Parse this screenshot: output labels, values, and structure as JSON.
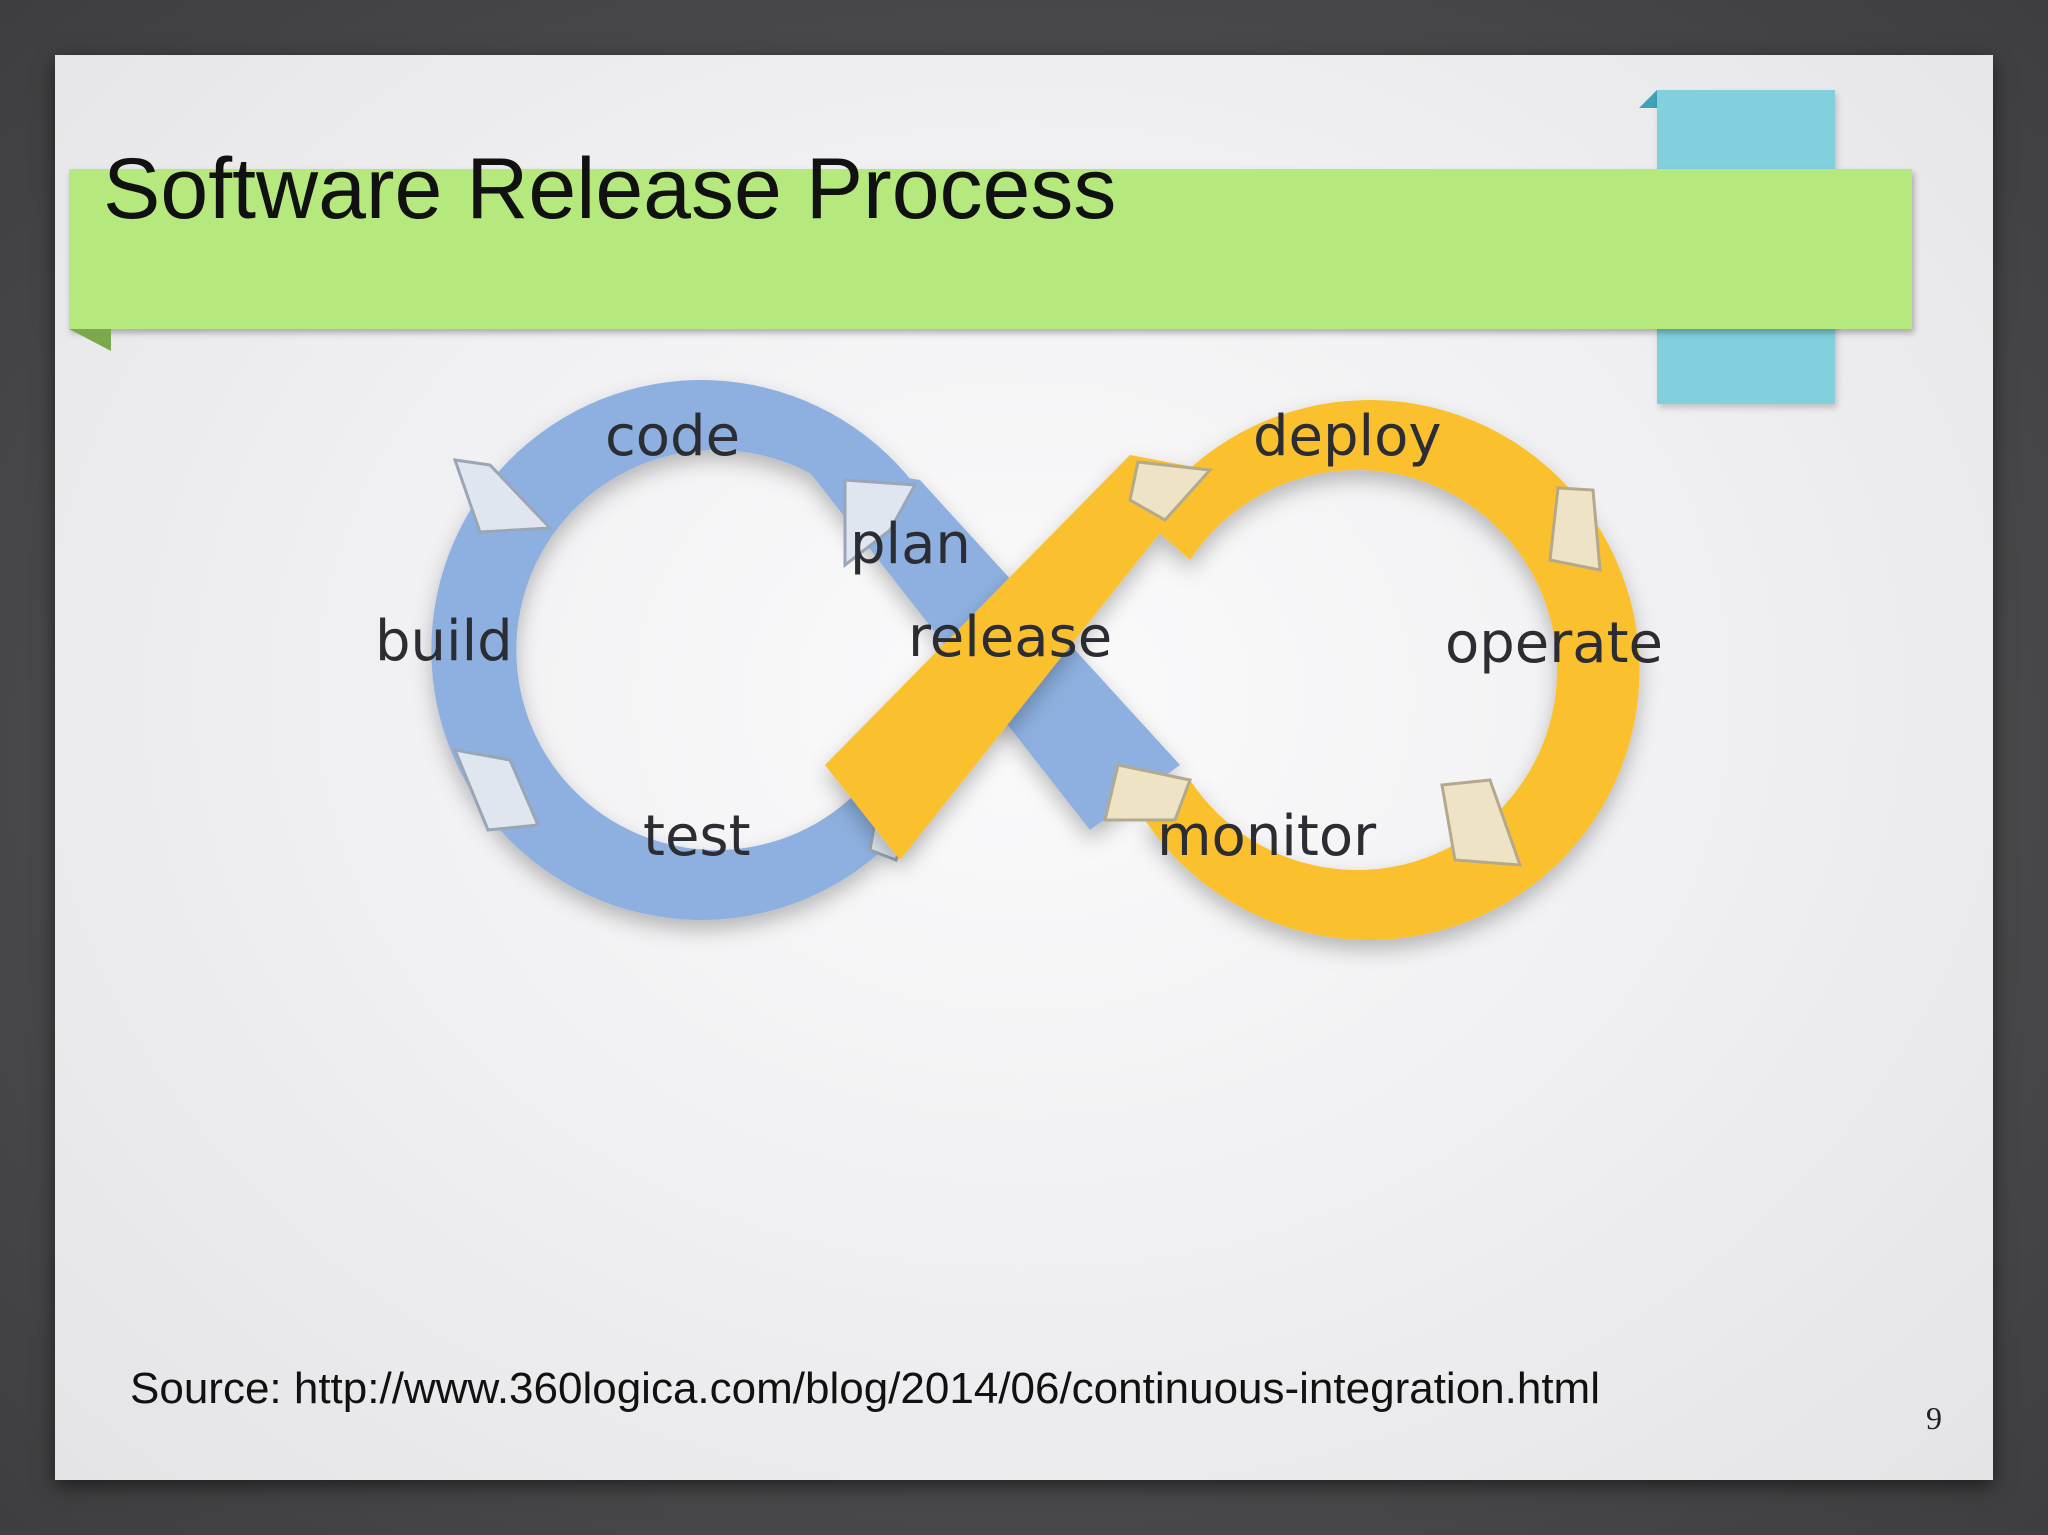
{
  "slide": {
    "title": "Software Release Process",
    "source": "Source: http://www.360logica.com/blog/2014/06/continuous-integration.html",
    "page_number": "9"
  },
  "diagram": {
    "left_loop_color": "#8db0e0",
    "right_loop_color": "#fbc02d",
    "labels": {
      "code": "code",
      "plan": "plan",
      "build": "build",
      "test": "test",
      "release": "release",
      "deploy": "deploy",
      "operate": "operate",
      "monitor": "monitor"
    }
  }
}
